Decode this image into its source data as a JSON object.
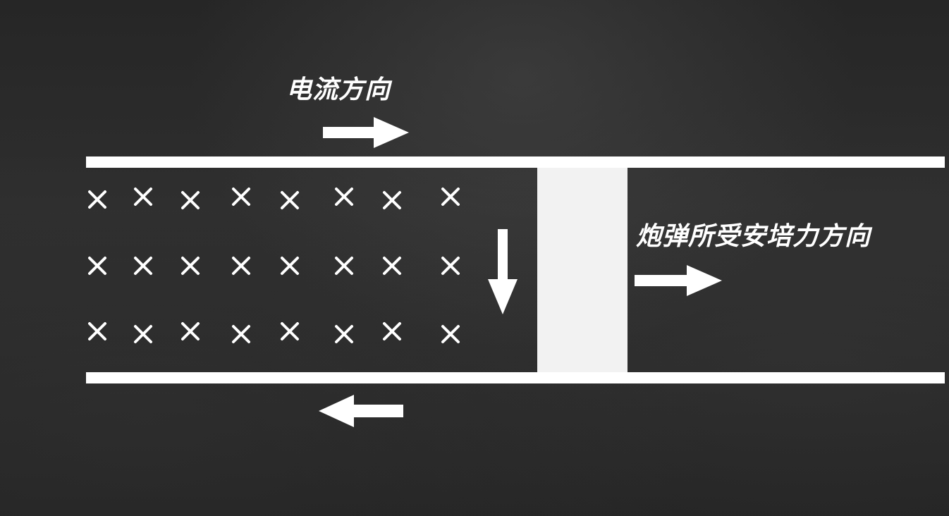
{
  "labels": {
    "current_direction": "电流方向",
    "force_direction": "炮弹所受安培力方向"
  },
  "field": {
    "symbol": "×",
    "rows": 3,
    "columns": 8
  },
  "colors": {
    "background": "#262626",
    "foreground": "#ffffff",
    "projectile": "#f2f2f2"
  }
}
